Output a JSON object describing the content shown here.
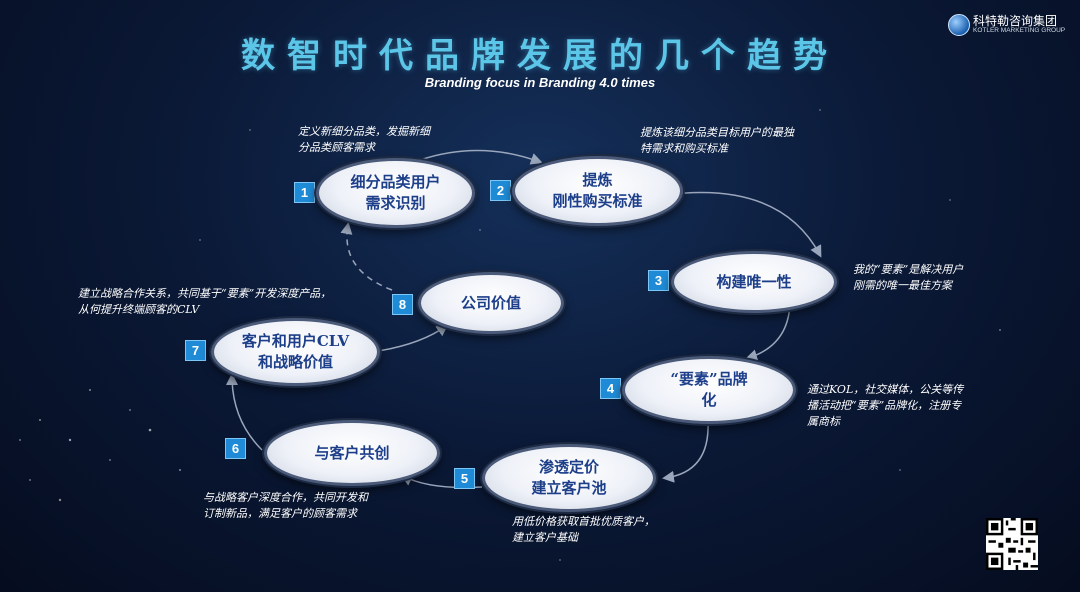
{
  "title": "数智时代品牌发展的几个趋势",
  "subtitle": "Branding focus in Branding 4.0 times",
  "logo": {
    "cn": "科特勒咨询集团",
    "en": "KOTLER MARKETING GROUP"
  },
  "nodes": [
    {
      "number": "1",
      "label_line1": "细分品类用户",
      "label_line2": "需求识别",
      "description": "定义新细分品类，发掘新细分品类顾客需求"
    },
    {
      "number": "2",
      "label_line1": "提炼",
      "label_line2": "刚性购买标准",
      "description": "提炼该细分品类目标用户的最独特需求和购买标准"
    },
    {
      "number": "3",
      "label_line1": "构建唯一性",
      "label_line2": "",
      "description": "我的“要素”是解决用户刚需的唯一最佳方案"
    },
    {
      "number": "4",
      "label_line1": "“要素”品牌",
      "label_line2": "化",
      "description": "通过KOL，社交媒体，公关等传播活动把“要素”品牌化，注册专属商标"
    },
    {
      "number": "5",
      "label_line1": "渗透定价",
      "label_line2": "建立客户池",
      "description": "用低价格获取首批优质客户，建立客户基础"
    },
    {
      "number": "6",
      "label_line1": "与客户共创",
      "label_line2": "",
      "description": "与战略客户深度合作，共同开发和订制新品，满足客户的顾客需求"
    },
    {
      "number": "7",
      "label_line1": "客户和用户CLV",
      "label_line2": "和战略价值",
      "description": "建立战略合作关系，共同基于“要素”开发深度产品，从何提升终端顾客的CLV"
    },
    {
      "number": "8",
      "label_line1": "公司价值",
      "label_line2": "",
      "description": ""
    }
  ],
  "colors": {
    "title": "#5cc6e8",
    "badge": "#1f8bd6",
    "node_text": "#1d3f8a",
    "arrow": "#9aa6bb"
  }
}
